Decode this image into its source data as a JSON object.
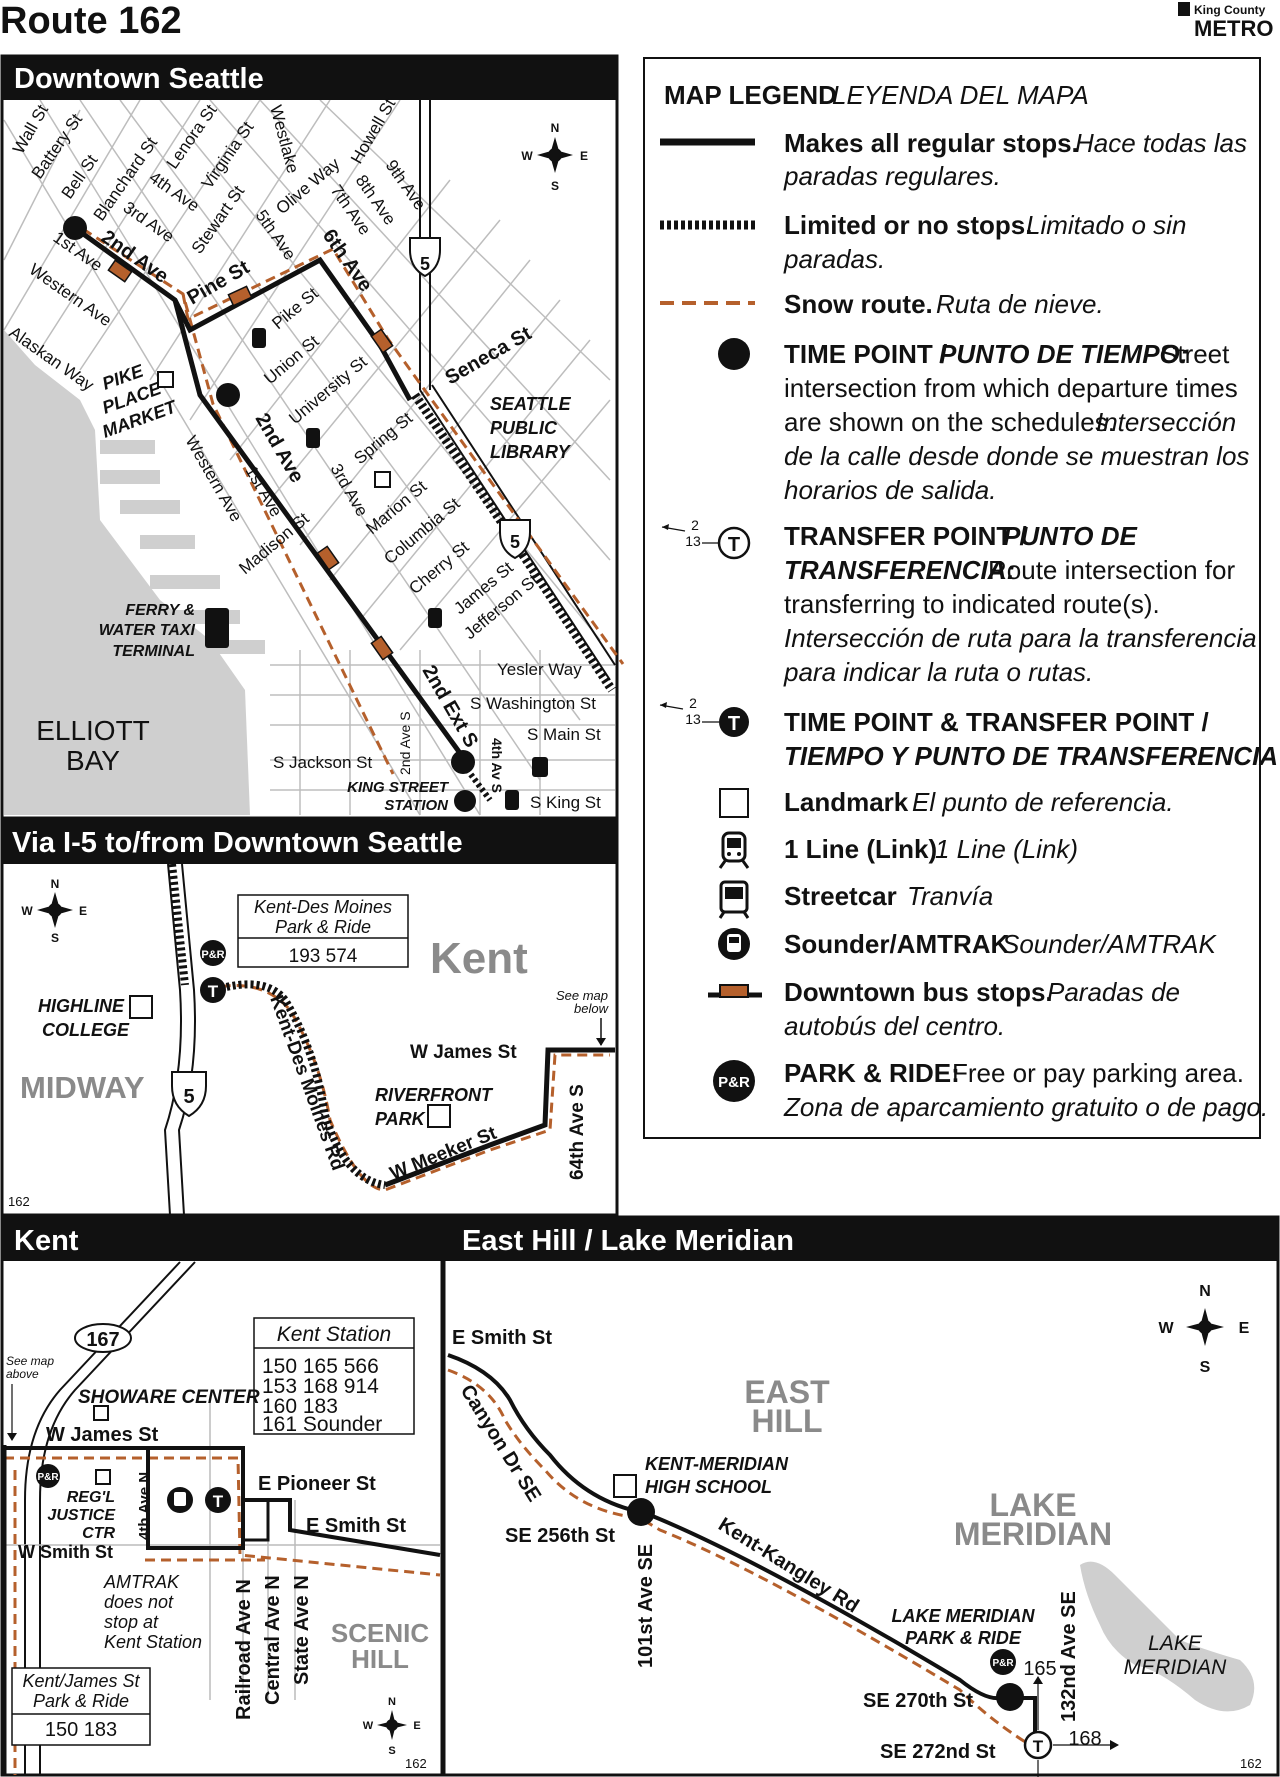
{
  "header": {
    "title": "Route 162",
    "agency_line1": "King County",
    "agency_line2": "METRO"
  },
  "panels": {
    "downtown": "Downtown Seattle",
    "via_i5": "Via I-5 to/from Downtown Seattle",
    "kent": "Kent",
    "east_hill": "East Hill / Lake Meridian"
  },
  "legend": {
    "title": "MAP LEGEND",
    "title_es": "LEYENDA DEL MAPA",
    "items": [
      {
        "icon": "solid-line",
        "en": "Makes all regular stops.",
        "es": "Hace todas las",
        "es2": "paradas regulares."
      },
      {
        "icon": "hatched-line",
        "en": "Limited or no stops.",
        "es": "Limitado o sin",
        "es2": "paradas."
      },
      {
        "icon": "dashed-orange-line",
        "en": "Snow route.",
        "es": "Ruta de nieve."
      },
      {
        "icon": "time-point-dot",
        "en": "TIME POINT / ",
        "en_i": "PUNTO DE TIEMPO:",
        "l1": "Street",
        "l2": "intersection from which departure times",
        "l3": "are shown on the schedules.",
        "l3_i": "Intersección",
        "l4": "de la calle desde donde se muestran los",
        "l5": "horarios de salida."
      },
      {
        "icon": "transfer-point",
        "routes": [
          "2",
          "13"
        ],
        "en": "TRANSFER POINT / ",
        "en_i": "PUNTO DE",
        "l1_i": "TRANSFERENCIA:",
        "l1": "Route intersection for",
        "l2": "transferring to indicated route(s).",
        "l3": "Intersección de ruta para la transferencia",
        "l4": "para indicar la ruta o rutas."
      },
      {
        "icon": "time-and-transfer-point",
        "routes": [
          "2",
          "13"
        ],
        "en": "TIME POINT & TRANSFER POINT /",
        "l1": "TIEMPO Y PUNTO DE TRANSFERENCIA"
      },
      {
        "icon": "landmark",
        "en": "Landmark",
        "es": "El punto de referencia."
      },
      {
        "icon": "link-train",
        "en": "1 Line (Link)",
        "es": "1 Line (Link)"
      },
      {
        "icon": "streetcar",
        "en": "Streetcar",
        "es": "Tranvía"
      },
      {
        "icon": "sounder-amtrak",
        "en": "Sounder/AMTRAK",
        "es": "Sounder/AMTRAK"
      },
      {
        "icon": "bus-stop",
        "en": "Downtown bus stops.",
        "es": "Paradas de",
        "es2": "autobús del centro."
      },
      {
        "icon": "park-and-ride",
        "badge": "P&R",
        "en": "PARK & RIDE:",
        "en2": "Free or pay parking area.",
        "es": "Zona de aparcamiento gratuito o de pago."
      }
    ]
  },
  "downtown": {
    "streets": [
      "Wall St",
      "Battery St",
      "Bell St",
      "Blanchard St",
      "Lenora St",
      "4th Ave",
      "3rd Ave",
      "Virginia St",
      "Stewart St",
      "Westlake",
      "Olive Way",
      "Howell St",
      "7th Ave",
      "8th Ave",
      "9th Ave",
      "5th Ave",
      "1st Ave",
      "Western Ave",
      "Alaskan Way",
      "2nd Ave",
      "Pine St",
      "6th Ave",
      "Pike St",
      "Union St",
      "University St",
      "Seneca St",
      "Spring St",
      "Marion St",
      "Columbia St",
      "Cherry St",
      "James St",
      "Jefferson St",
      "Madison St",
      "Western Ave",
      "1st Ave",
      "2nd Ave",
      "3rd Ave",
      "Yesler Way",
      "S Washington St",
      "S Main St",
      "S Jackson St",
      "2nd Ave S",
      "2nd Ext S",
      "4th Av S",
      "S King St"
    ],
    "places": {
      "pike_market": [
        "PIKE",
        "PLACE",
        "MARKET"
      ],
      "library": [
        "SEATTLE",
        "PUBLIC",
        "LIBRARY"
      ],
      "ferry": [
        "FERRY &",
        "WATER TAXI",
        "TERMINAL"
      ],
      "elliott": [
        "ELLIOTT",
        "BAY"
      ],
      "king_station": [
        "KING STREET",
        "STATION"
      ]
    },
    "shields": [
      "5",
      "5"
    ]
  },
  "via_i5": {
    "kdm_pr": {
      "title1": "Kent-Des Moines",
      "title2": "Park & Ride",
      "routes": "193   574"
    },
    "kent": "Kent",
    "highline": [
      "HIGHLINE",
      "COLLEGE"
    ],
    "midway": "MIDWAY",
    "shield": "5",
    "see_map": [
      "See map",
      "below"
    ],
    "streets": [
      "Kent-Des Moines Rd",
      "W James St",
      "RIVERFRONT",
      "PARK",
      "W Meeker St",
      "64th Ave S"
    ],
    "badge": "P&R",
    "page": "162"
  },
  "kent_panel": {
    "shield": "167",
    "see_map": [
      "See map",
      "above"
    ],
    "showare": "SHOWARE CENTER",
    "station_box": {
      "title": "Kent Station",
      "rows": [
        "150  165  566",
        "153  168  914",
        "160  183",
        "161   Sounder"
      ]
    },
    "streets": [
      "W James St",
      "E Pioneer St",
      "E Smith St",
      "W Smith St",
      "4th Ave N",
      "Railroad Ave N",
      "Central Ave N",
      "State Ave N"
    ],
    "regl": [
      "REG'L",
      "JUSTICE",
      "CTR"
    ],
    "amtrak_note": [
      "AMTRAK",
      "does not",
      "stop at",
      "Kent Station"
    ],
    "scenic": [
      "SCENIC",
      "HILL"
    ],
    "kjpr": {
      "title1": "Kent/James St",
      "title2": "Park & Ride",
      "routes": "150    183"
    },
    "badge": "P&R",
    "page": "162"
  },
  "east_panel": {
    "streets": [
      "E Smith St",
      "Canyon Dr SE",
      "SE 256th St",
      "101st Ave SE",
      "Kent-Kangley Rd",
      "SE 270th St",
      "SE 272nd St",
      "132nd Ave SE"
    ],
    "kmhs": [
      "KENT-MERIDIAN",
      "HIGH SCHOOL"
    ],
    "east_hill": [
      "EAST",
      "HILL"
    ],
    "lake_meridian": [
      "LAKE",
      "MERIDIAN"
    ],
    "lm_pr": [
      "LAKE MERIDIAN",
      "PARK & RIDE"
    ],
    "lake_label": [
      "LAKE",
      "MERIDIAN"
    ],
    "routes": [
      "165",
      "168"
    ],
    "badge": "P&R",
    "page": "162"
  },
  "compass": {
    "n": "N",
    "s": "S",
    "e": "E",
    "w": "W"
  },
  "colors": {
    "route": "#111111",
    "snow": "#b5602c",
    "water": "#cfcfcf",
    "panel_header": "#111111"
  }
}
